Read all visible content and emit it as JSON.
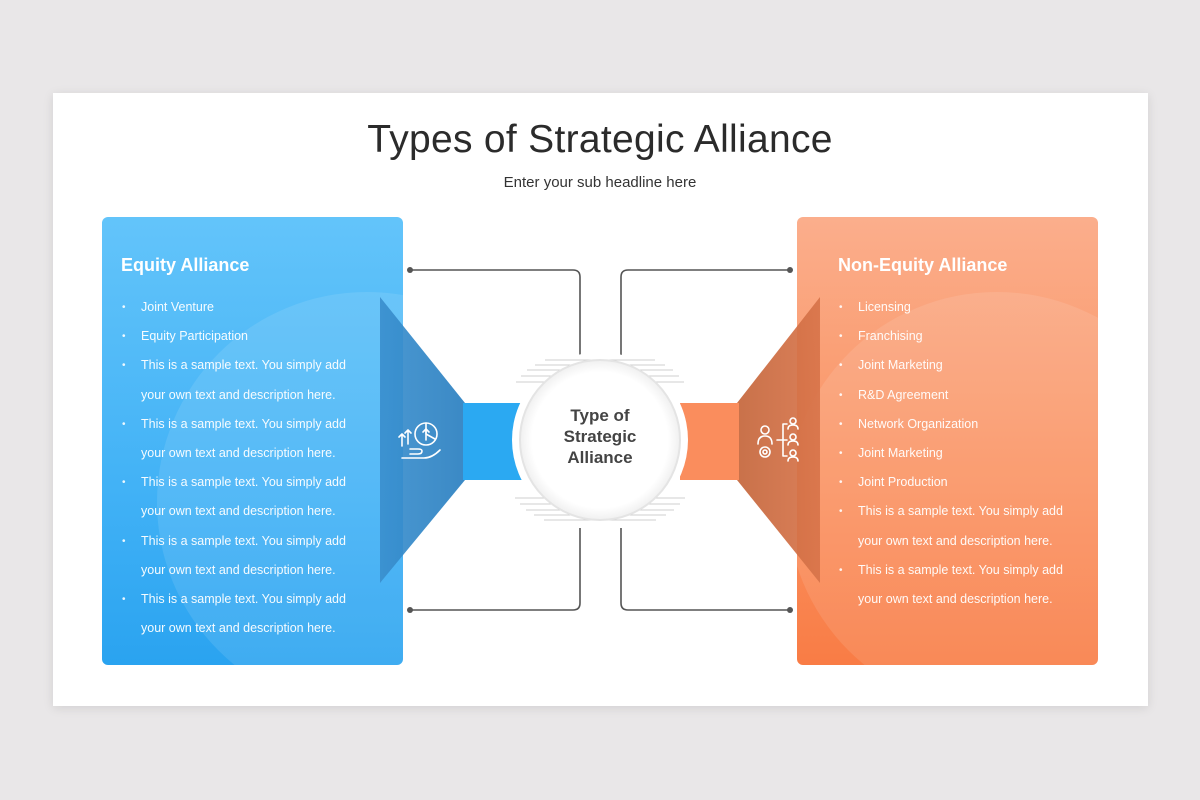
{
  "title": "Types of Strategic Alliance",
  "subtitle": "Enter your sub headline here",
  "center": {
    "line1": "Type of",
    "line2": "Strategic",
    "line3": "Alliance"
  },
  "left": {
    "title": "Equity Alliance",
    "accent": "#42b2f6",
    "items": [
      "Joint Venture",
      "Equity Participation",
      "This is a sample text. You simply add",
      "your own text and description here.",
      "This is a sample text. You simply add",
      "your own text and description here.",
      "This is a sample text. You simply add",
      "your own text and description here.",
      "This is a sample text. You simply add",
      "your own text and description here.",
      "This is a sample text. You simply add",
      "your own text and description here."
    ],
    "icon": "growth-hand-icon"
  },
  "right": {
    "title": "Non-Equity Alliance",
    "accent": "#f98c5a",
    "items": [
      "Licensing",
      "Franchising",
      "Joint Marketing",
      "R&D Agreement",
      "Network Organization",
      "Joint Marketing",
      "Joint Production",
      "This is a sample text. You simply add",
      "your own text and description here.",
      "This is a sample text. You simply add",
      "your own text and description here."
    ],
    "icon": "team-network-icon"
  }
}
